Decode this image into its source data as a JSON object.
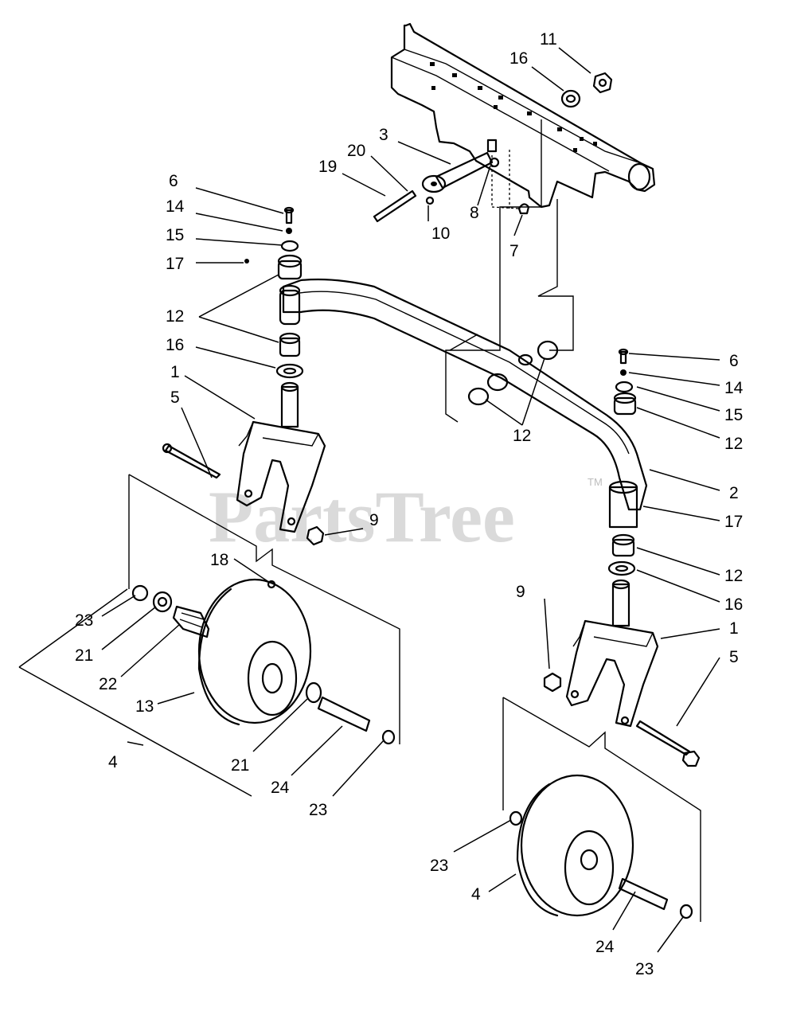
{
  "watermark": {
    "text": "PartsTree",
    "trademark": "TM"
  },
  "callouts": {
    "c11": "11",
    "c16a": "16",
    "c3": "3",
    "c20": "20",
    "c19": "19",
    "c8": "8",
    "c10": "10",
    "c7": "7",
    "c6a": "6",
    "c14a": "14",
    "c15a": "15",
    "c17a": "17",
    "c12a": "12",
    "c16b": "16",
    "c1a": "1",
    "c5a": "5",
    "c12b": "12",
    "c6b": "6",
    "c14b": "14",
    "c15b": "15",
    "c12c": "12",
    "c2": "2",
    "c17b": "17",
    "c9a": "9",
    "c12d": "12",
    "c16c": "16",
    "c18": "18",
    "c9b": "9",
    "c1b": "1",
    "c5b": "5",
    "c23a": "23",
    "c21a": "21",
    "c22": "22",
    "c13": "13",
    "c4a": "4",
    "c21b": "21",
    "c24a": "24",
    "c23b": "23",
    "c23c": "23",
    "c4b": "4",
    "c24b": "24",
    "c23d": "23"
  }
}
